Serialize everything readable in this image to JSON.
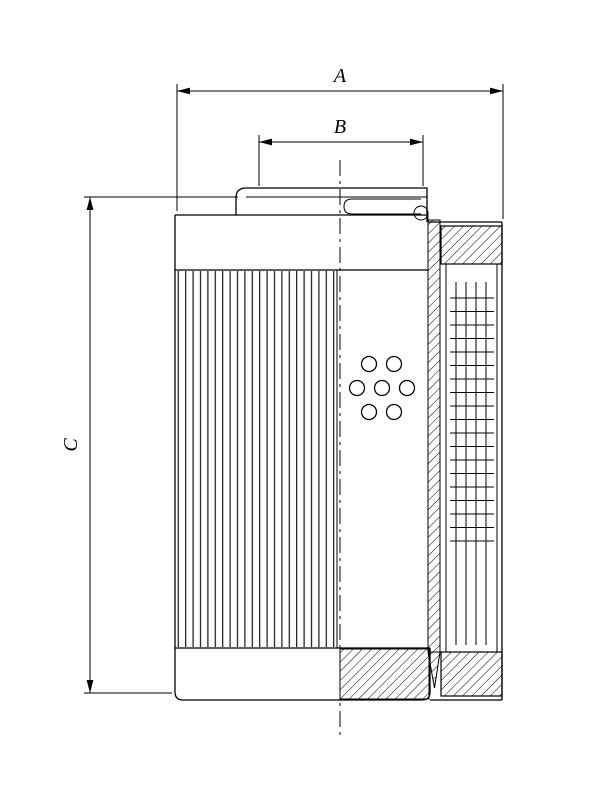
{
  "drawing": {
    "dim_a": {
      "label": "A"
    },
    "dim_b": {
      "label": "B"
    },
    "dim_c": {
      "label": "C"
    },
    "colors": {
      "line": "#000000",
      "background": "#ffffff"
    }
  }
}
